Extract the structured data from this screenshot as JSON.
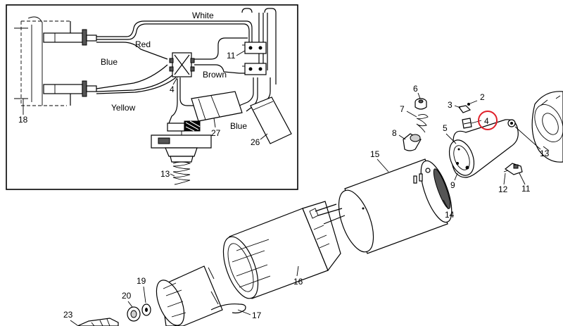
{
  "wire_labels": {
    "white": "White",
    "red": "Red",
    "blue_left": "Blue",
    "brown": "Brown",
    "yellow": "Yellow",
    "blue_bottom": "Blue"
  },
  "inset_part_numbers": [
    "18",
    "4",
    "11",
    "27",
    "26",
    "13"
  ],
  "main_part_numbers": [
    "2",
    "3",
    "4",
    "5",
    "6",
    "7",
    "8",
    "9",
    "11",
    "12",
    "13",
    "14",
    "15",
    "16",
    "17",
    "19",
    "20",
    "23"
  ],
  "highlight": {
    "part": "4",
    "color": "#e0202a"
  }
}
